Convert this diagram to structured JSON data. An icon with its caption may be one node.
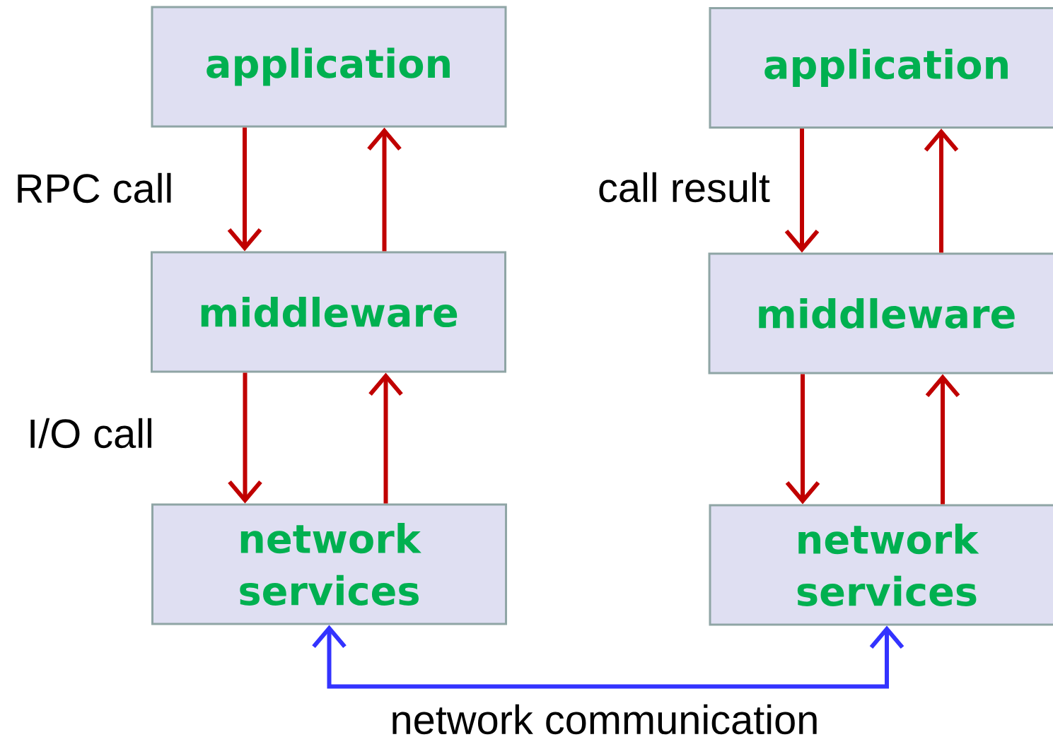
{
  "diagram": {
    "nodes": [
      {
        "text": [
          "application"
        ]
      },
      {
        "text": [
          "middleware"
        ]
      },
      {
        "text": [
          "network services"
        ]
      },
      {
        "text": [
          "application"
        ]
      },
      {
        "text": [
          "middleware"
        ]
      },
      {
        "text": [
          "network services"
        ]
      }
    ],
    "edges": [
      {
        "from": 0,
        "to": 1,
        "arrow": "to",
        "label": "RPC call"
      },
      {
        "from": 1,
        "to": 0,
        "arrow": "to"
      },
      {
        "from": 1,
        "to": 2,
        "arrow": "to",
        "label": "I/O call"
      },
      {
        "from": 2,
        "to": 1,
        "arrow": "to"
      },
      {
        "from": 3,
        "to": 4,
        "arrow": "to",
        "label": "call result"
      },
      {
        "from": 4,
        "to": 3,
        "arrow": "to"
      },
      {
        "from": 4,
        "to": 5,
        "arrow": "to"
      },
      {
        "from": 5,
        "to": 4,
        "arrow": "to"
      },
      {
        "from": 2,
        "to": 5,
        "arrow": "both",
        "color": "#3333ff",
        "label": "network communication"
      }
    ]
  }
}
